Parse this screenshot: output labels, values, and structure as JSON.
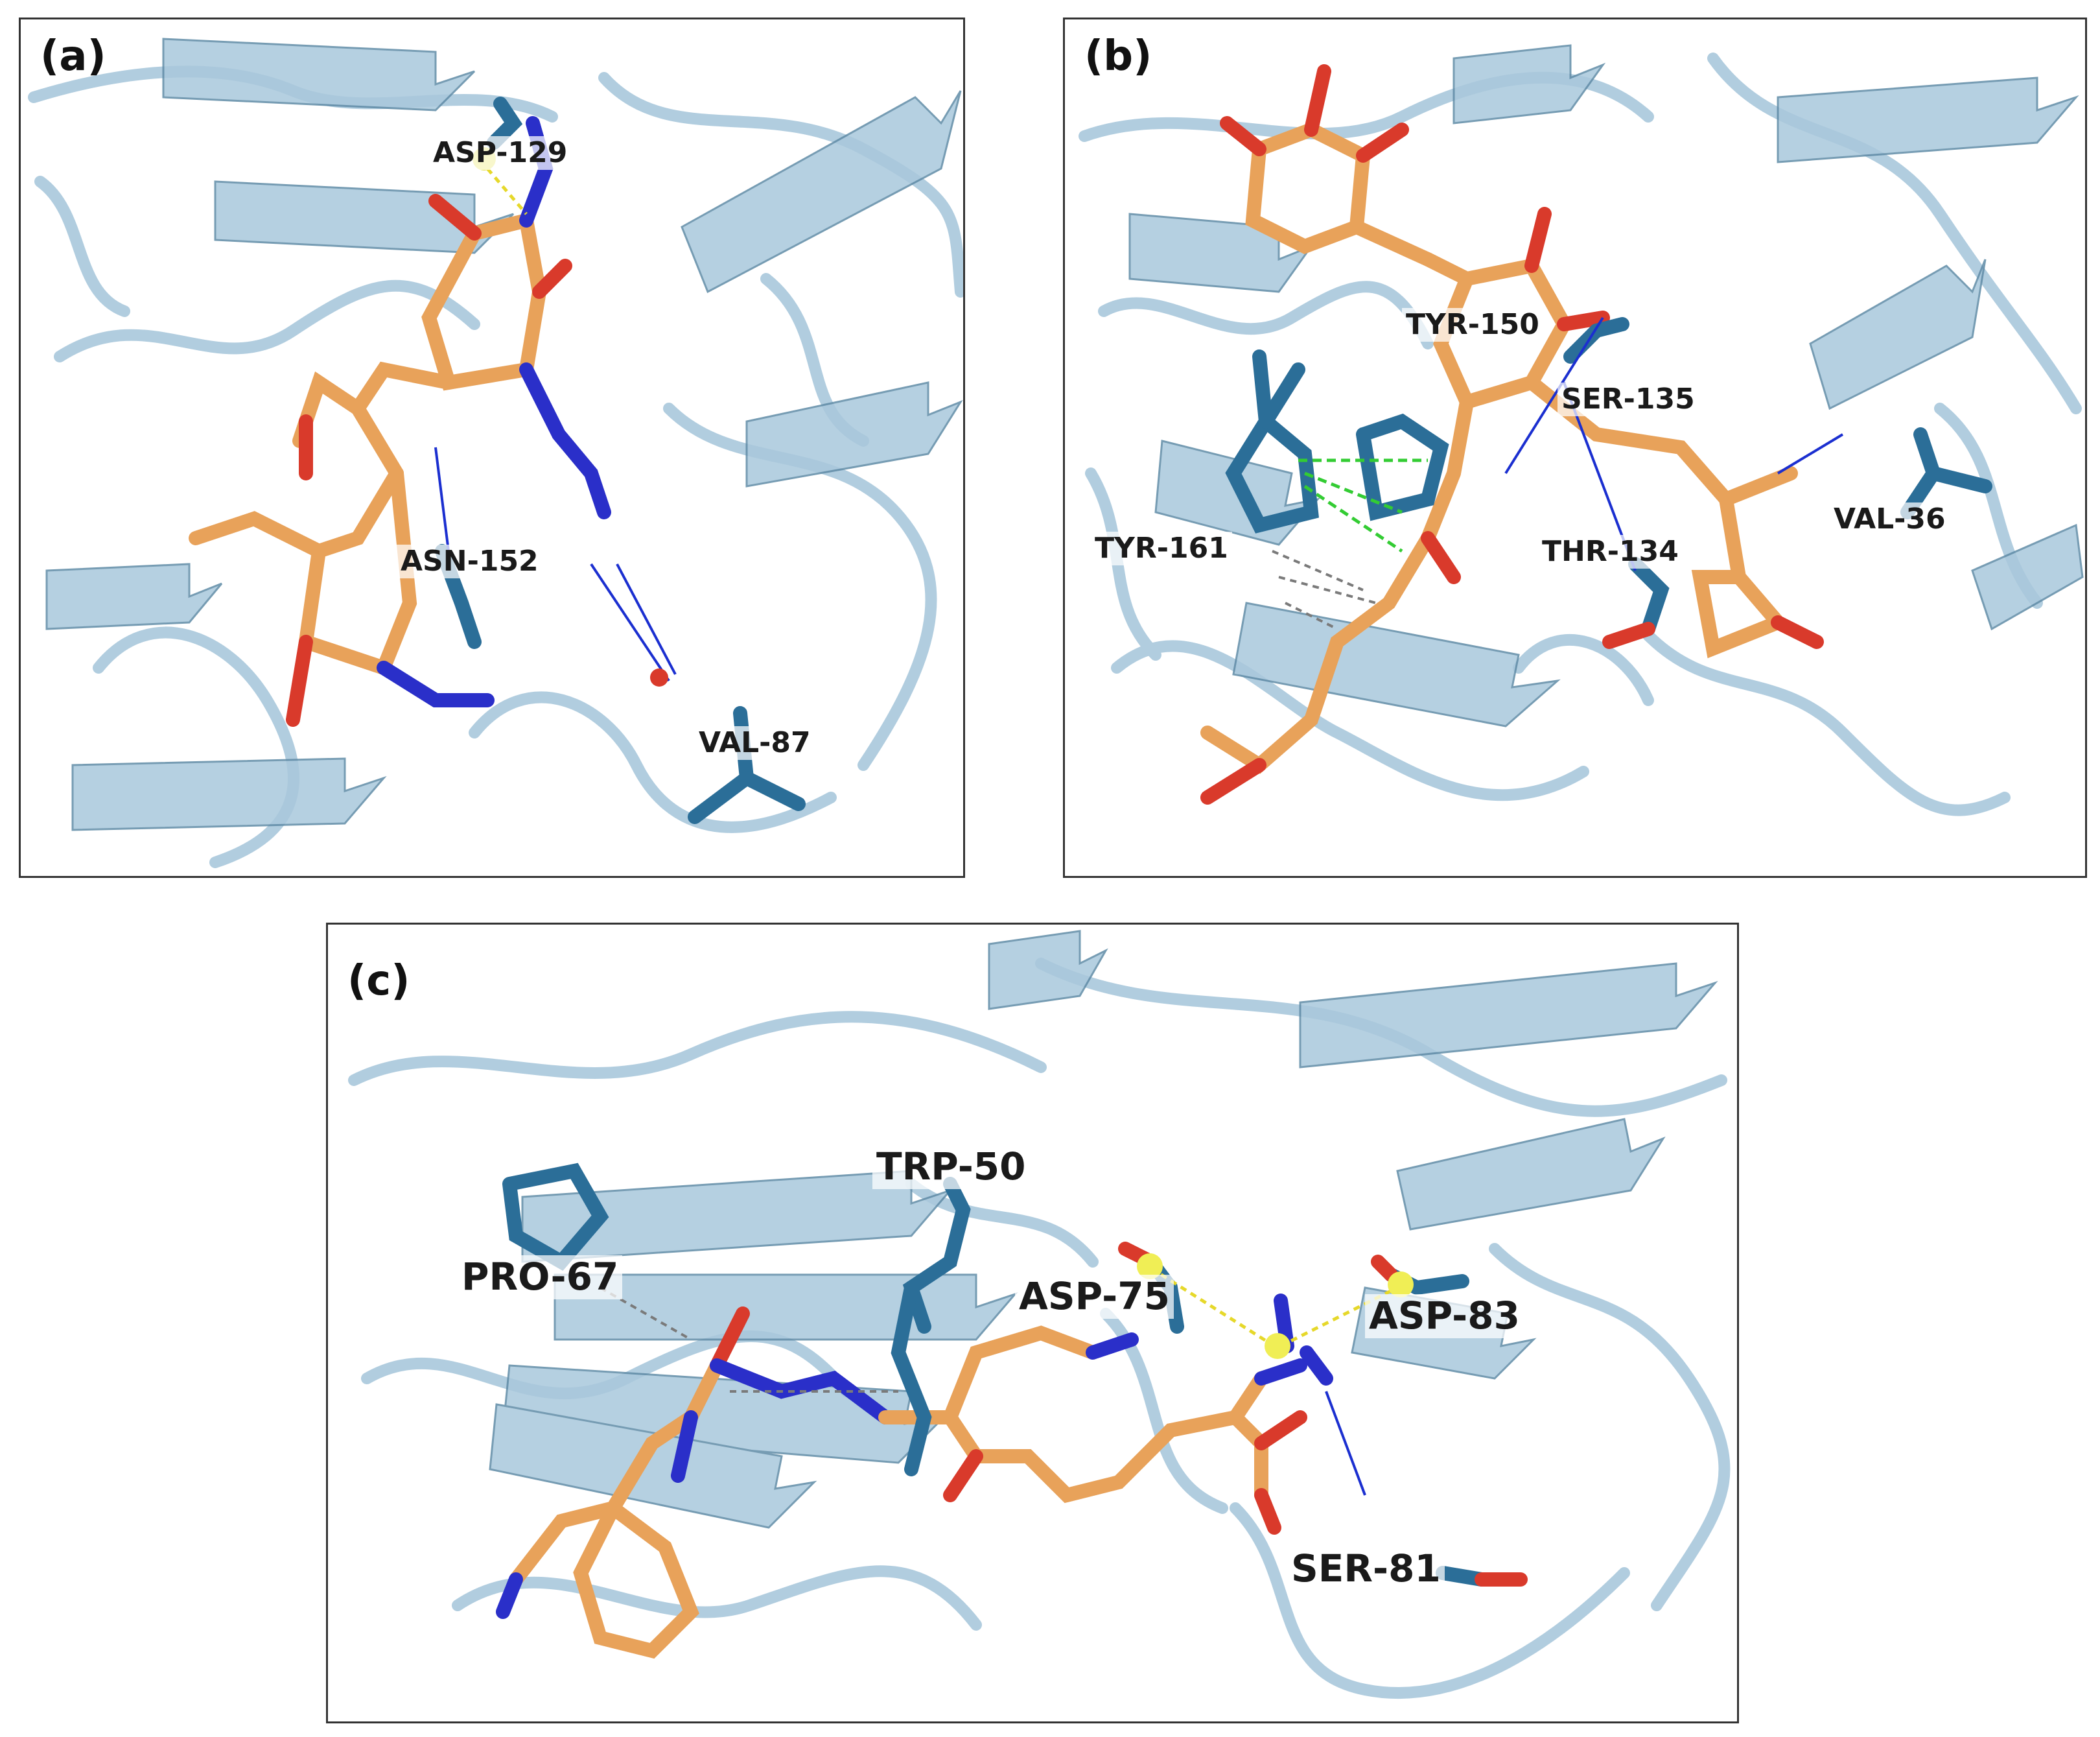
{
  "colors": {
    "ribbon": "#a9c8dc",
    "ribbon_dark": "#5f8ba6",
    "ligand_carbon": "#e8a25a",
    "ligand_oxygen": "#d93a2b",
    "ligand_nitrogen": "#2a2fc9",
    "residue": "#2b6e98",
    "hbond": "#1b2fd0",
    "salt_bridge": "#e6d82a",
    "pi_stack": "#33cc33",
    "hydrophobic": "#7a7a7a"
  },
  "panels": [
    {
      "label": "(a)",
      "residues": [
        "ASP-129",
        "ASN-152",
        "VAL-87"
      ]
    },
    {
      "label": "(b)",
      "residues": [
        "TYR-150",
        "SER-135",
        "TYR-161",
        "THR-134",
        "VAL-36"
      ]
    },
    {
      "label": "(c)",
      "residues": [
        "TRP-50",
        "PRO-67",
        "ASP-75",
        "ASP-83",
        "SER-81"
      ]
    }
  ]
}
